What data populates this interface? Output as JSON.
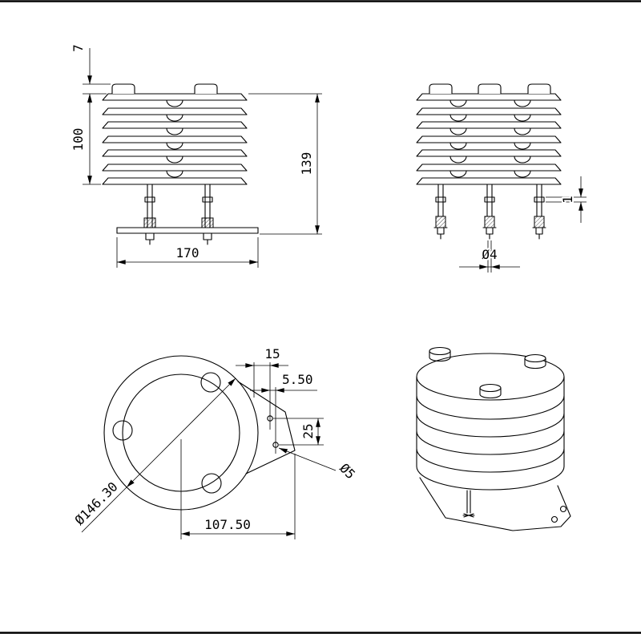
{
  "drawing": {
    "background": "#ffffff",
    "line_color": "#000000",
    "views": {
      "front": {
        "dims": {
          "cap_height": "7",
          "stack_height": "100",
          "overall_height": "139",
          "base_width": "170"
        }
      },
      "side": {
        "dims": {
          "washer_thickness": "1",
          "rod_diameter": "Ø4"
        }
      },
      "plan": {
        "dims": {
          "hole_offset": "15",
          "hole_offset_minor": "5.50",
          "hole_spacing": "25",
          "mount_hole_diameter": "Ø5",
          "shield_diameter": "Ø146.30",
          "bracket_reach": "107.50"
        }
      }
    }
  }
}
